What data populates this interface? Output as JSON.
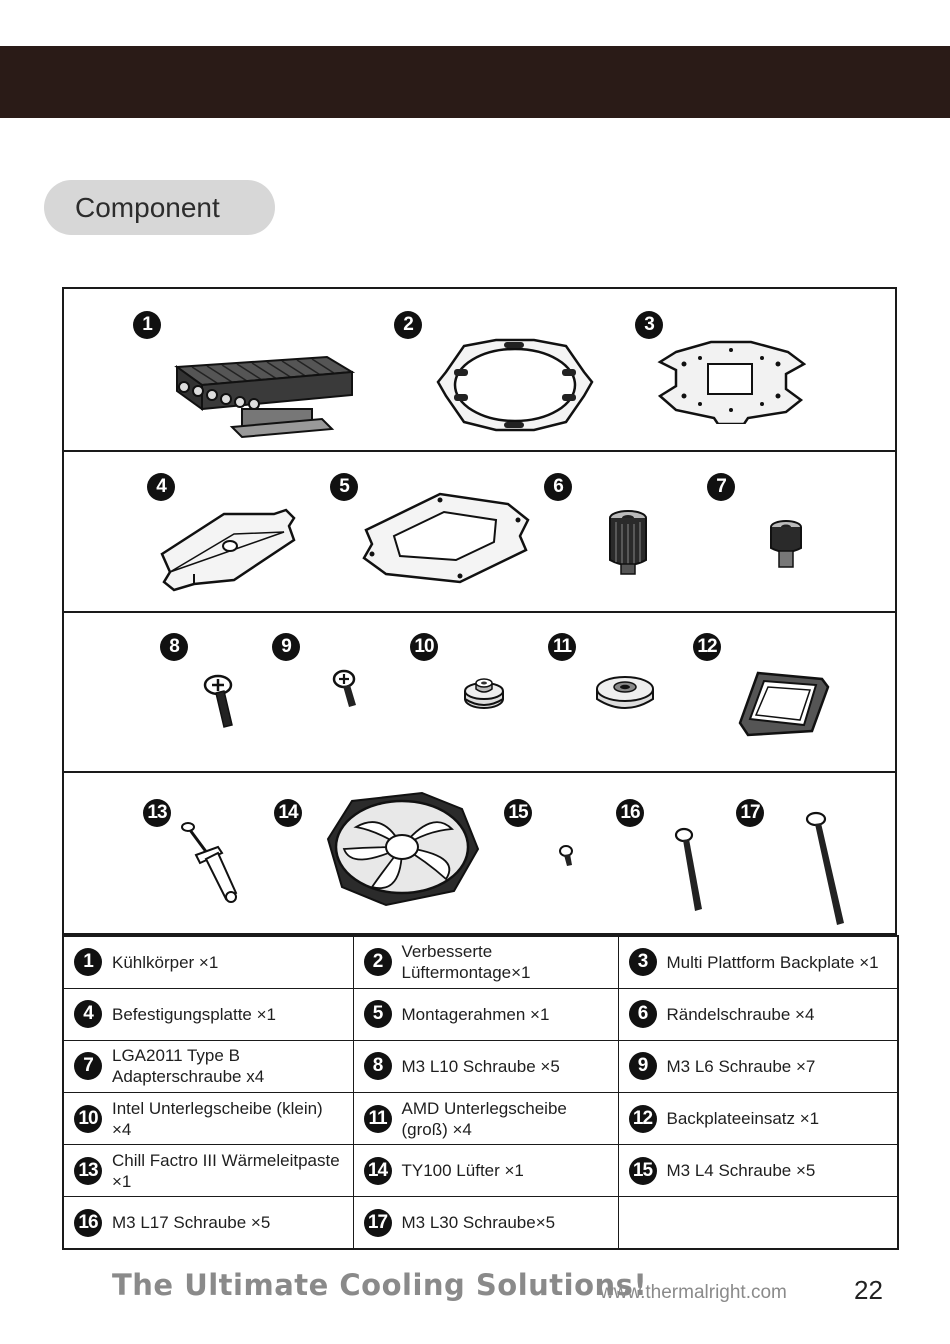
{
  "section_title": "Component",
  "figure_badges": [
    "1",
    "2",
    "3",
    "4",
    "5",
    "6",
    "7",
    "8",
    "9",
    "10",
    "11",
    "12",
    "13",
    "14",
    "15",
    "16",
    "17"
  ],
  "legend": [
    [
      {
        "num": "1",
        "text": "Kühlkörper ×1"
      },
      {
        "num": "2",
        "text": "Verbesserte Lüftermontage×1"
      },
      {
        "num": "3",
        "text": "Multi Plattform Backplate ×1"
      }
    ],
    [
      {
        "num": "4",
        "text": "Befestigungsplatte ×1"
      },
      {
        "num": "5",
        "text": "Montagerahmen ×1"
      },
      {
        "num": "6",
        "text": "Rändelschraube ×4"
      }
    ],
    [
      {
        "num": "7",
        "text": "LGA2011 Type B Adapterschraube x4"
      },
      {
        "num": "8",
        "text": "M3 L10 Schraube ×5"
      },
      {
        "num": "9",
        "text": "M3 L6 Schraube ×7"
      }
    ],
    [
      {
        "num": "10",
        "text": "Intel Unterlegscheibe (klein) ×4"
      },
      {
        "num": "11",
        "text": "AMD Unterlegscheibe (groß) ×4"
      },
      {
        "num": "12",
        "text": "Backplateeinsatz ×1"
      }
    ],
    [
      {
        "num": "13",
        "text": "Chill Factro III Wärmeleitpaste ×1"
      },
      {
        "num": "14",
        "text": "TY100 Lüfter ×1"
      },
      {
        "num": "15",
        "text": "M3 L4 Schraube ×5"
      }
    ],
    [
      {
        "num": "16",
        "text": "M3 L17 Schraube ×5"
      },
      {
        "num": "17",
        "text": "M3 L30 Schraube×5"
      },
      {
        "num": "",
        "text": ""
      }
    ]
  ],
  "footer": {
    "slogan": "The Ultimate Cooling Solutions!",
    "url": "www.thermalright.com",
    "page": "22"
  }
}
